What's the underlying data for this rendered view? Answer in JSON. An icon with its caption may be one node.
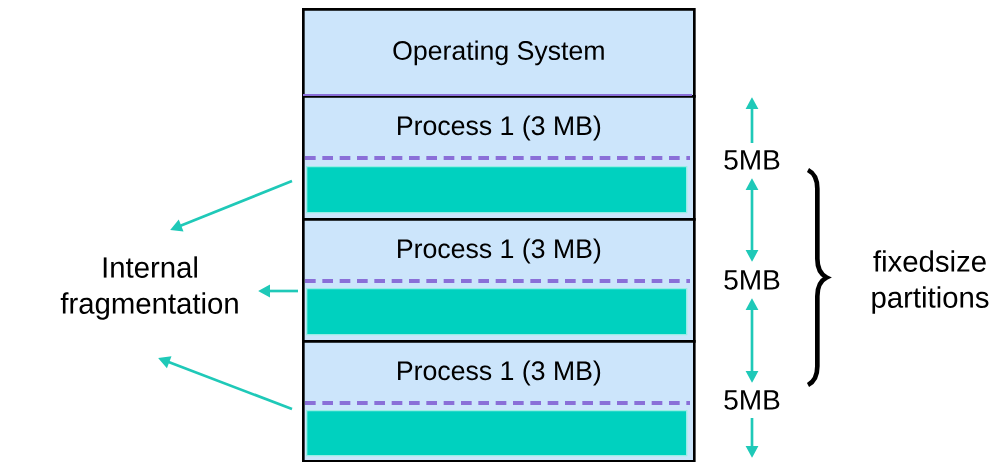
{
  "diagram": {
    "nodes": [
      {
        "text": [
          "Operating System"
        ]
      },
      {
        "text": [
          "Process 1 (3 MB)"
        ]
      },
      {
        "text": [],
        "shape": "bar",
        "in": 1
      },
      {
        "text": [
          "Process 1 (3 MB)"
        ]
      },
      {
        "text": [],
        "shape": "bar",
        "in": 3
      },
      {
        "text": [
          "Process 1 (3 MB)"
        ]
      },
      {
        "text": [],
        "shape": "bar",
        "in": 5
      },
      {
        "text": [
          "Internal fragmentation"
        ]
      }
    ],
    "edges": [
      {
        "from": 2,
        "to": 7,
        "arrow": "to"
      },
      {
        "from": 4,
        "to": 7,
        "arrow": "to"
      },
      {
        "from": 6,
        "to": 7,
        "arrow": "to"
      }
    ],
    "labels": [
      "5MB",
      "5MB",
      "5MB",
      "fixedsize partitions"
    ]
  }
}
